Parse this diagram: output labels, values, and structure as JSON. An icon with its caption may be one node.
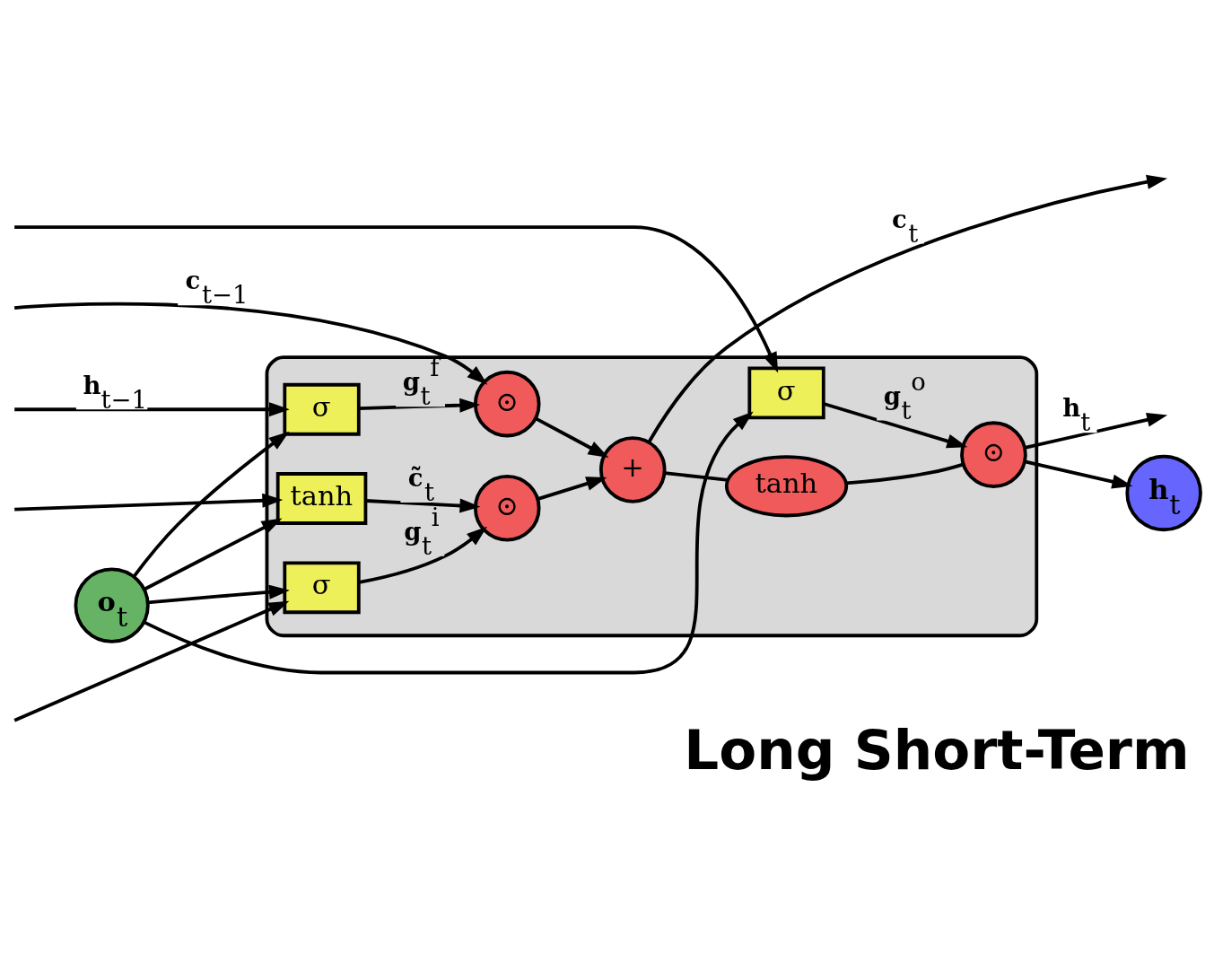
{
  "diagram": {
    "title": "Long Short-Term",
    "nodes": [
      {
        "text": [],
        "shape": "box"
      },
      {
        "text": [
          "⊙"
        ],
        "in": 0
      },
      {
        "text": [
          "+"
        ],
        "in": 0
      },
      {
        "text": [
          "⊙"
        ],
        "in": 0
      },
      {
        "text": [
          "tanh"
        ],
        "in": 0
      },
      {
        "text": [
          "⊙"
        ],
        "in": 0
      },
      {
        "text": [
          "σ"
        ],
        "in": 0
      },
      {
        "text": [
          "σ"
        ],
        "in": 0
      },
      {
        "text": [
          "tanh"
        ],
        "in": 0
      },
      {
        "text": [
          "σ"
        ],
        "in": 0
      },
      {
        "text": [
          "**h**$_{t}$"
        ]
      },
      {
        "text": [
          "**o**$_{t}$"
        ]
      }
    ],
    "edges": [
      {
        "from": null,
        "to": 1,
        "arrow": "to",
        "label": "**c**$_{t−1}$"
      },
      {
        "from": 1,
        "to": 2,
        "arrow": "to"
      },
      {
        "from": 2,
        "to": null,
        "arrow": "to",
        "label": "**c**$_{t}$"
      },
      {
        "from": 2,
        "to": 4,
        "arrow": "none"
      },
      {
        "from": 4,
        "to": 5,
        "arrow": "none"
      },
      {
        "from": 5,
        "to": 10,
        "arrow": "to"
      },
      {
        "from": 5,
        "to": null,
        "arrow": "to",
        "label": "**h**$_{t}$"
      },
      {
        "from": null,
        "to": 6,
        "arrow": "to",
        "label": "**h**$_{t−1}$"
      },
      {
        "from": null,
        "to": 7,
        "arrow": "to"
      },
      {
        "from": null,
        "to": 8,
        "arrow": "to"
      },
      {
        "from": null,
        "to": 9,
        "arrow": "to"
      },
      {
        "from": 11,
        "to": 6,
        "arrow": "to"
      },
      {
        "from": 11,
        "to": 7,
        "arrow": "to"
      },
      {
        "from": 11,
        "to": 8,
        "arrow": "to"
      },
      {
        "from": 11,
        "to": 9,
        "arrow": "to"
      },
      {
        "from": 6,
        "to": 1,
        "arrow": "to",
        "label": "**g**$_{t}$$^{f}$"
      },
      {
        "from": 7,
        "to": 3,
        "arrow": "to",
        "label": "**g**$_{t}$$^{i}$"
      },
      {
        "from": 8,
        "to": 3,
        "arrow": "to",
        "label": "**c̃**$_{t}$"
      },
      {
        "from": 3,
        "to": 2,
        "arrow": "to"
      },
      {
        "from": 9,
        "to": 5,
        "arrow": "to",
        "label": "**g**$_{t}$$^{o}$"
      }
    ]
  }
}
